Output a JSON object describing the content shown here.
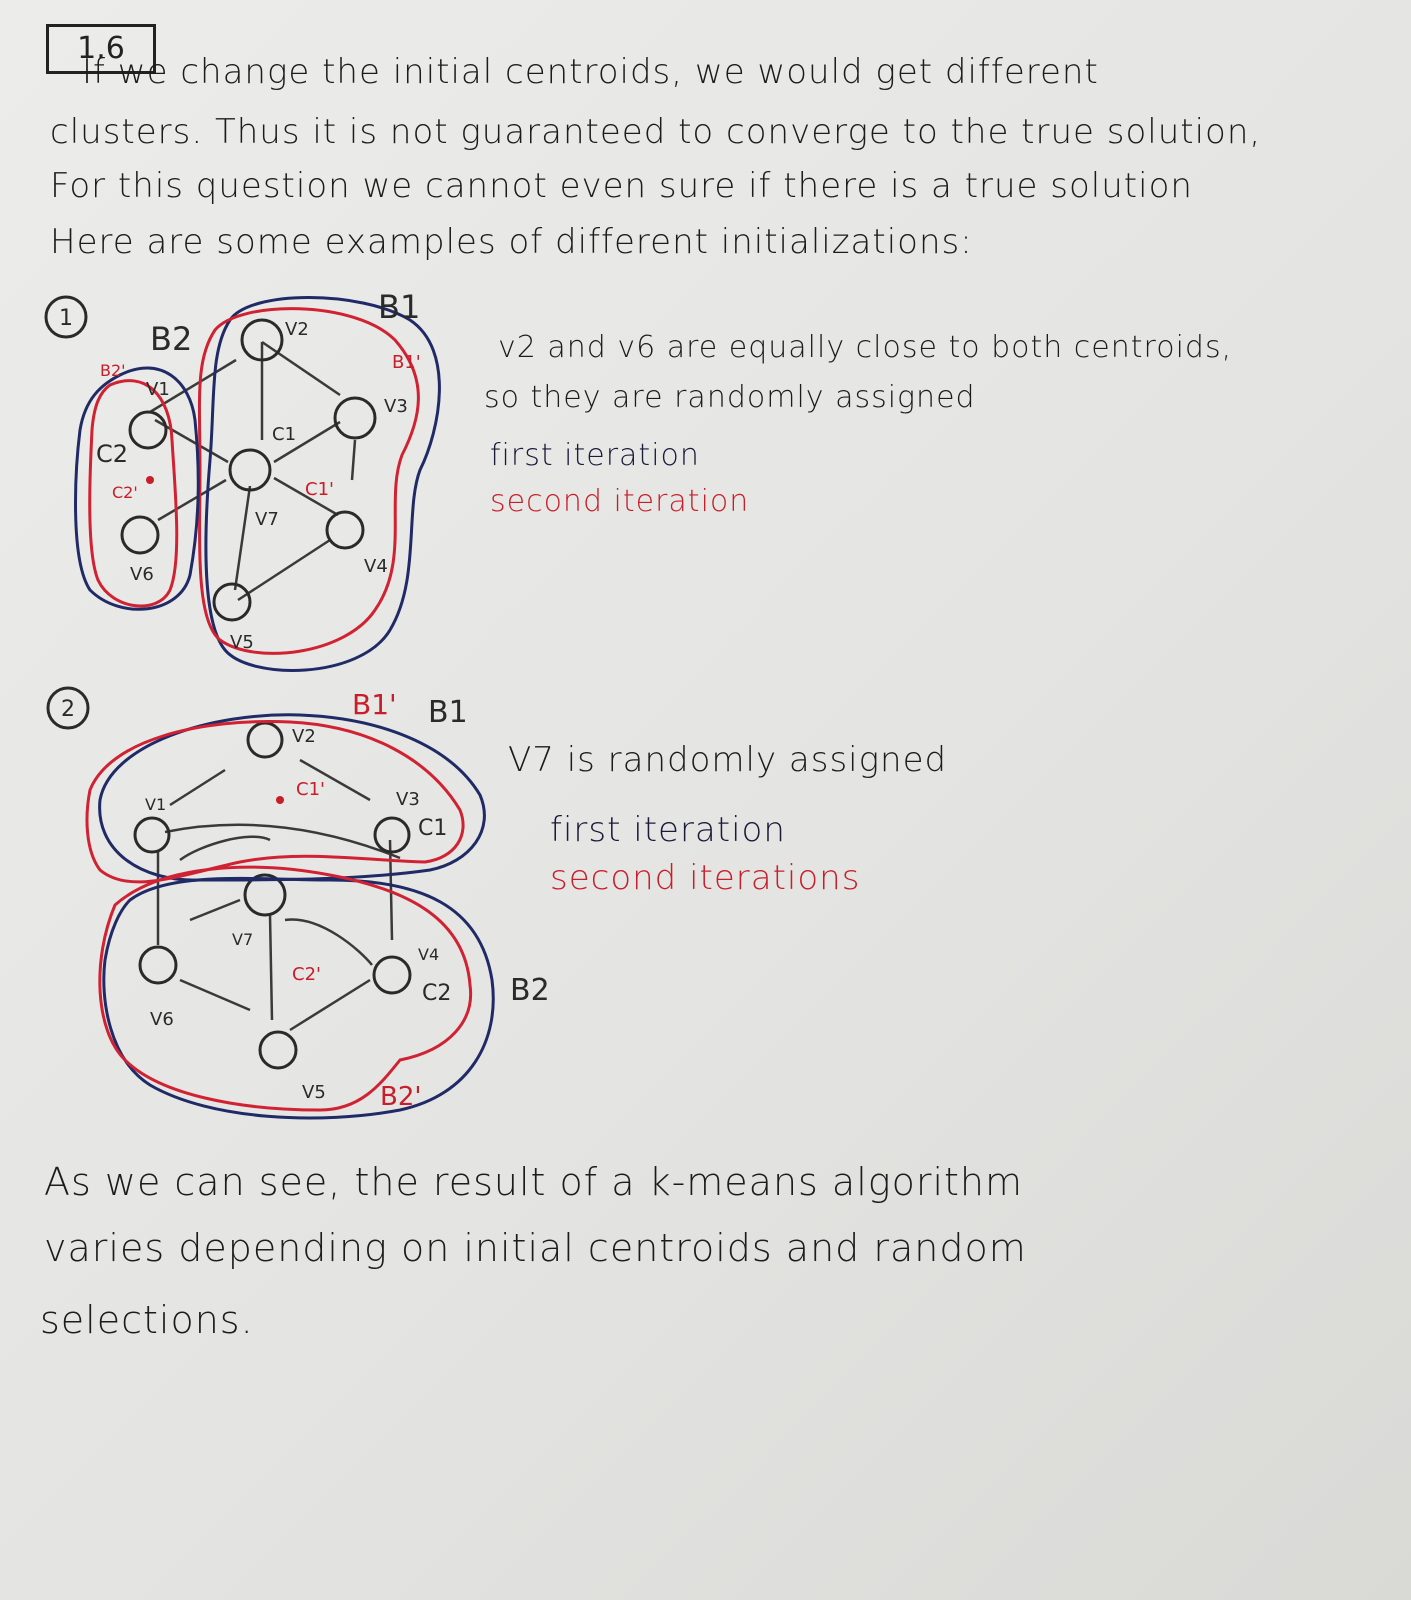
{
  "section_label": "1.6",
  "intro_lines": [
    "If we change the initial centroids, we would get different",
    "clusters. Thus it is not guaranteed to converge to the true solution,",
    "For this question we cannot even sure if there is a true solution",
    "Here are some examples of different initializations:"
  ],
  "example1": {
    "marker": "1",
    "note_lines": [
      "v2 and v6 are equally close to both centroids,",
      "so they are randomly assigned"
    ],
    "legend_blue": "first iteration",
    "legend_red": "second iteration",
    "labels": {
      "B1": "B1",
      "B2": "B2",
      "B1p": "B1'",
      "B2p": "B2'",
      "v1": "V1",
      "v2": "V2",
      "v3": "V3",
      "v4": "V4",
      "v5": "V5",
      "v6": "V6",
      "v7": "V7",
      "c1": "C1",
      "c2": "C2",
      "c1p": "C1'",
      "c2p": "C2'"
    }
  },
  "example2": {
    "marker": "2",
    "note_line": "V7 is randomly assigned",
    "legend_blue": "first iteration",
    "legend_red": "second iterations",
    "labels": {
      "B1": "B1",
      "B2": "B2",
      "B1p": "B1'",
      "B2p": "B2'",
      "v1": "V1",
      "v2": "V2",
      "v3": "V3",
      "v4": "V4",
      "v5": "V5",
      "v6": "V6",
      "v7": "V7",
      "c1": "C1",
      "c2": "C2",
      "c1p": "C1'",
      "c2p": "C2'"
    }
  },
  "conclusion_lines": [
    "As we can see, the result of a k-means algorithm",
    "varies depending on initial centroids and random",
    "selections."
  ],
  "colors": {
    "ink": "#1c1c1c",
    "blue_ink": "#1f2a66",
    "red_ink": "#d02232",
    "paper": "#e6e6e4"
  }
}
